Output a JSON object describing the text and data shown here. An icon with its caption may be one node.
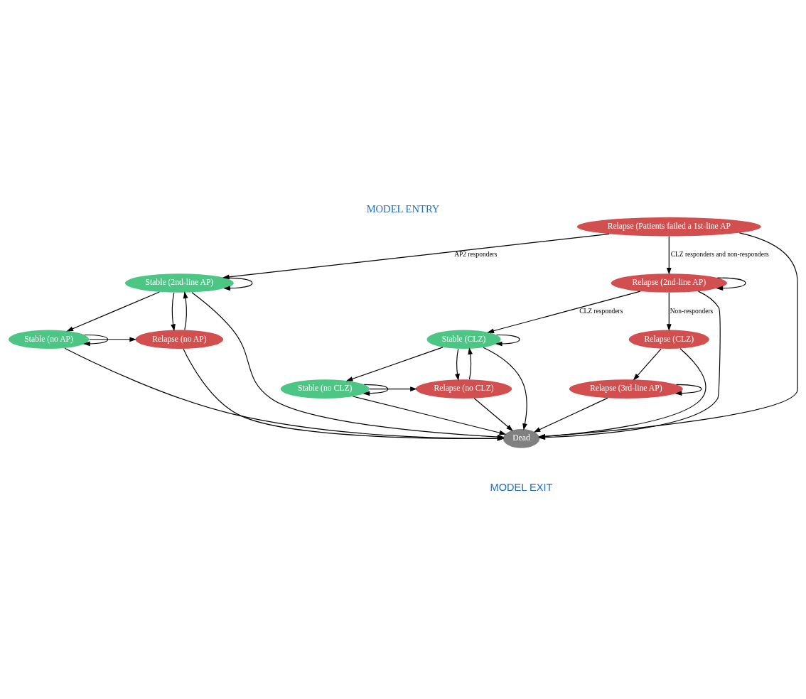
{
  "diagram": {
    "title": "MODEL ENTRY",
    "nodes": [
      {
        "text": [
          "Relapse (Patients failed a 1st-line AP"
        ]
      },
      {
        "text": [
          "Stable (2nd-line AP)"
        ]
      },
      {
        "text": [
          "Relapse (2nd-line AP)"
        ]
      },
      {
        "text": [
          "Stable (no AP)"
        ]
      },
      {
        "text": [
          "Relapse (no AP)"
        ]
      },
      {
        "text": [
          "Stable (CLZ)"
        ]
      },
      {
        "text": [
          "Relapse (CLZ)"
        ]
      },
      {
        "text": [
          "Stable (no CLZ)"
        ]
      },
      {
        "text": [
          "Relapse (no CLZ)"
        ]
      },
      {
        "text": [
          "Relapse (3rd-line AP)"
        ]
      },
      {
        "text": [
          "Dead"
        ]
      }
    ],
    "edges": [
      {
        "from": 0,
        "to": 1,
        "arrow": "to",
        "label": "AP2 responders"
      },
      {
        "from": 0,
        "to": 2,
        "arrow": "to",
        "label": "CLZ responders and non-responders"
      },
      {
        "from": 0,
        "to": 10,
        "arrow": "to"
      },
      {
        "from": 1,
        "to": 1,
        "arrow": "to"
      },
      {
        "from": 1,
        "to": 3,
        "arrow": "to"
      },
      {
        "from": 1,
        "to": 4,
        "arrow": "to"
      },
      {
        "from": 4,
        "to": 1,
        "arrow": "to"
      },
      {
        "from": 1,
        "to": 10,
        "arrow": "to"
      },
      {
        "from": 2,
        "to": 2,
        "arrow": "to"
      },
      {
        "from": 2,
        "to": 5,
        "arrow": "to",
        "label": "CLZ responders"
      },
      {
        "from": 2,
        "to": 6,
        "arrow": "to",
        "label": "Non-responders"
      },
      {
        "from": 2,
        "to": 10,
        "arrow": "to"
      },
      {
        "from": 3,
        "to": 3,
        "arrow": "to"
      },
      {
        "from": 3,
        "to": 4,
        "arrow": "to"
      },
      {
        "from": 3,
        "to": 10,
        "arrow": "to"
      },
      {
        "from": 4,
        "to": 10,
        "arrow": "to"
      },
      {
        "from": 5,
        "to": 5,
        "arrow": "to"
      },
      {
        "from": 5,
        "to": 7,
        "arrow": "to"
      },
      {
        "from": 5,
        "to": 8,
        "arrow": "to"
      },
      {
        "from": 8,
        "to": 5,
        "arrow": "to"
      },
      {
        "from": 5,
        "to": 10,
        "arrow": "to"
      },
      {
        "from": 6,
        "to": 9,
        "arrow": "to"
      },
      {
        "from": 6,
        "to": 10,
        "arrow": "to"
      },
      {
        "from": 7,
        "to": 7,
        "arrow": "to"
      },
      {
        "from": 7,
        "to": 8,
        "arrow": "to"
      },
      {
        "from": 7,
        "to": 10,
        "arrow": "to"
      },
      {
        "from": 8,
        "to": 10,
        "arrow": "to"
      },
      {
        "from": 9,
        "to": 9,
        "arrow": "to"
      },
      {
        "from": 9,
        "to": 10,
        "arrow": "to"
      }
    ],
    "labels": [
      "MODEL EXIT"
    ]
  }
}
